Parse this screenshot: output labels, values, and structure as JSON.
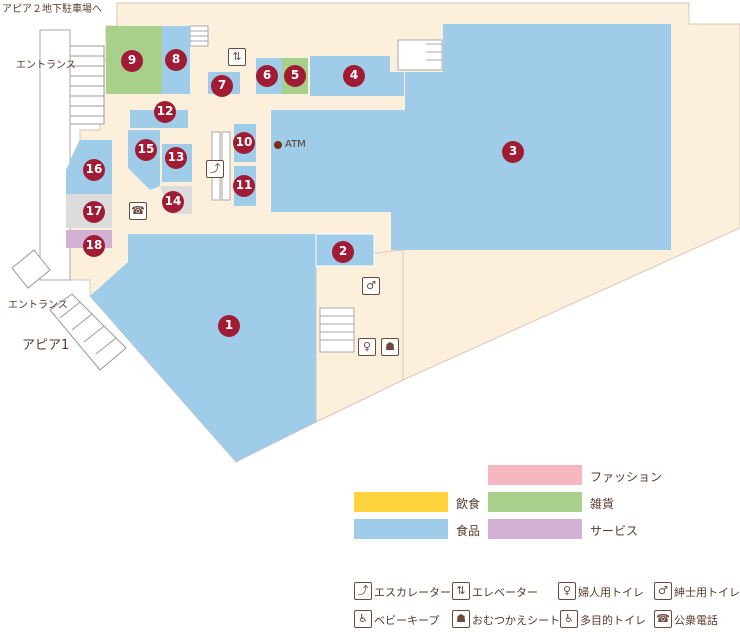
{
  "labels": {
    "parking": "アピア２地下駐車場へ",
    "entrance_top": "エントランス",
    "entrance_bottom": "エントランス",
    "apia1": "アピア1",
    "atm": "ATM"
  },
  "stores": [
    "1",
    "2",
    "3",
    "4",
    "5",
    "6",
    "7",
    "8",
    "9",
    "10",
    "11",
    "12",
    "13",
    "14",
    "15",
    "16",
    "17",
    "18"
  ],
  "legend": {
    "fashion": {
      "label": "ファッション",
      "color": "#f5b8c1"
    },
    "food_drink": {
      "label": "飲食",
      "color": "#fdd23c"
    },
    "goods": {
      "label": "雑貨",
      "color": "#a8d08b"
    },
    "grocery": {
      "label": "食品",
      "color": "#9fcde9"
    },
    "service": {
      "label": "サービス",
      "color": "#d2b1d4"
    }
  },
  "icons": [
    {
      "name": "escalator-icon",
      "glyph": "⤴",
      "label": "エスカレーター"
    },
    {
      "name": "elevator-icon",
      "glyph": "⇅",
      "label": "エレベーター"
    },
    {
      "name": "womens-toilet-icon",
      "glyph": "♀",
      "label": "婦人用トイレ"
    },
    {
      "name": "mens-toilet-icon",
      "glyph": "♂",
      "label": "紳士用トイレ"
    },
    {
      "name": "baby-keep-icon",
      "glyph": "♿",
      "label": "ベビーキープ"
    },
    {
      "name": "diaper-sheet-icon",
      "glyph": "☗",
      "label": "おむつかえシート"
    },
    {
      "name": "multipurpose-toilet-icon",
      "glyph": "♿",
      "label": "多目的トイレ"
    },
    {
      "name": "public-phone-icon",
      "glyph": "☎",
      "label": "公衆電話"
    }
  ],
  "colors": {
    "floor": "#fcefdc",
    "grocery": "#9fcde9",
    "goods": "#a8d08b",
    "service": "#d2b1d4",
    "grey": "#dcdcdc",
    "marker": "#a01c35",
    "outline": "#d9c9b8"
  }
}
